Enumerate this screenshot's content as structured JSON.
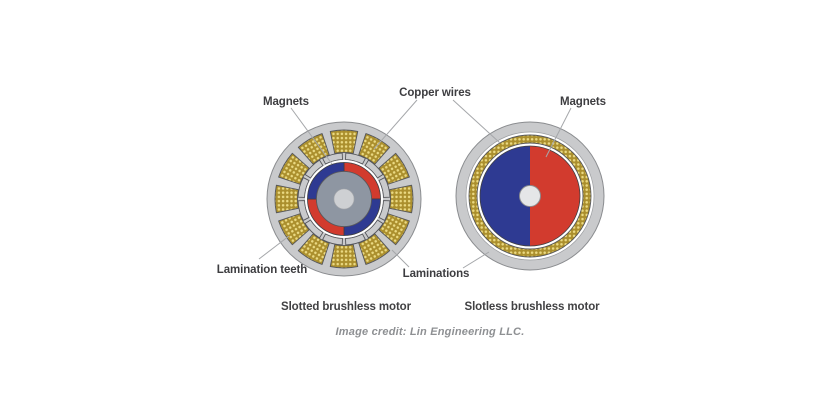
{
  "figure": {
    "left_motor": {
      "caption": "Slotted brushless motor",
      "labels": {
        "magnets": "Magnets",
        "lamination_teeth": "Lamination teeth"
      }
    },
    "right_motor": {
      "caption": "Slotless brushless motor",
      "labels": {
        "magnets": "Magnets"
      }
    },
    "shared_labels": {
      "copper_wires": "Copper wires",
      "laminations": "Laminations"
    },
    "credit": "Image credit: Lin Engineering LLC.",
    "colors": {
      "stator_gray": "#c9cacc",
      "rotor_gray": "#8e96a2",
      "shaft_gray": "#ced0d3",
      "shaft_white": "#e5e6e8",
      "magnet_red": "#d23b2e",
      "magnet_blue": "#2e3a92",
      "copper_base": "#ab8f2d",
      "copper_dot": "#ead982",
      "gap_white": "#ffffff"
    }
  }
}
